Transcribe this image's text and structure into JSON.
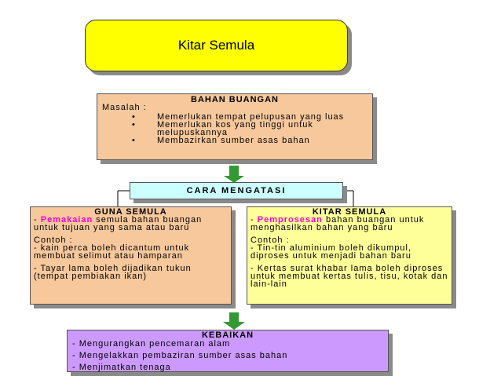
{
  "title": "Kitar Semula",
  "bahan": {
    "heading": "BAHAN BUANGAN",
    "masalah_label": "Masalah :",
    "items": [
      "Memerlukan tempat pelupusan yang luas",
      "Memerlukan kos yang tinggi untuk melupuskannya",
      "Membazirkan sumber asas bahan"
    ]
  },
  "cara": {
    "heading": "CARA MENGATASI"
  },
  "guna": {
    "heading": "GUNA SEMULA",
    "term": "Pemakaian",
    "definition_rest": "semula bahan buangan untuk tujuan yang sama atau baru",
    "contoh_label": "Contoh :",
    "example1": "- kain perca boleh dicantum untuk membuat selimut atau hamparan",
    "example2": "- Tayar lama boleh dijadikan tukun (tempat pembiakan ikan)"
  },
  "kitar": {
    "heading": "KITAR SEMULA",
    "term": "Pemprosesan",
    "definition_rest": "bahan buangan untuk menghasilkan bahan yang baru",
    "contoh_label": "Contoh :",
    "example1": "- Tin-tin aluminium boleh dikumpul, diproses untuk menjadi bahan baru",
    "example2": "- Kertas surat khabar lama boleh diproses untuk membuat kertas tulis, tisu, kotak dan lain-lain"
  },
  "kebaikan": {
    "heading": "KEBAIKAN",
    "items": [
      "- Mengurangkan pencemaran alam",
      "- Mengelakkan pembaziran sumber asas bahan",
      "- Menjimatkan tenaga"
    ]
  },
  "colors": {
    "title_bg": "#ffff00",
    "peach": "#f7c89c",
    "cyan": "#ccffff",
    "light_yellow": "#ffff99",
    "purple": "#cc99ff",
    "arrow_green": "#339933",
    "highlight": "#ff00cc"
  }
}
